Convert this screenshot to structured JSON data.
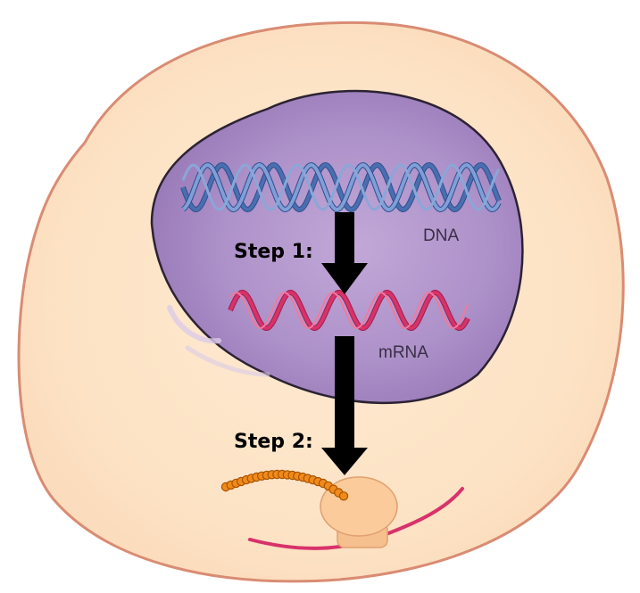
{
  "diagram": {
    "labels": {
      "dna": "DNA",
      "mrna": "mRNA",
      "step1": "Step 1:",
      "step2": "Step 2:"
    },
    "colors": {
      "cell_fill": "#fde4c6",
      "cell_stroke": "#d98c73",
      "nucleus_fill": "#a98bc6",
      "nucleus_stroke": "#2c2233",
      "dna_strand": "#4a6fb0",
      "mrna_strand": "#d8326b",
      "protein_bead": "#f08a1a",
      "ribosome": "#f8c48e",
      "arrow": "#000000"
    },
    "icons": [
      "dna-double-helix",
      "mrna-single-strand",
      "ribosome",
      "polypeptide-chain",
      "down-arrow"
    ]
  }
}
